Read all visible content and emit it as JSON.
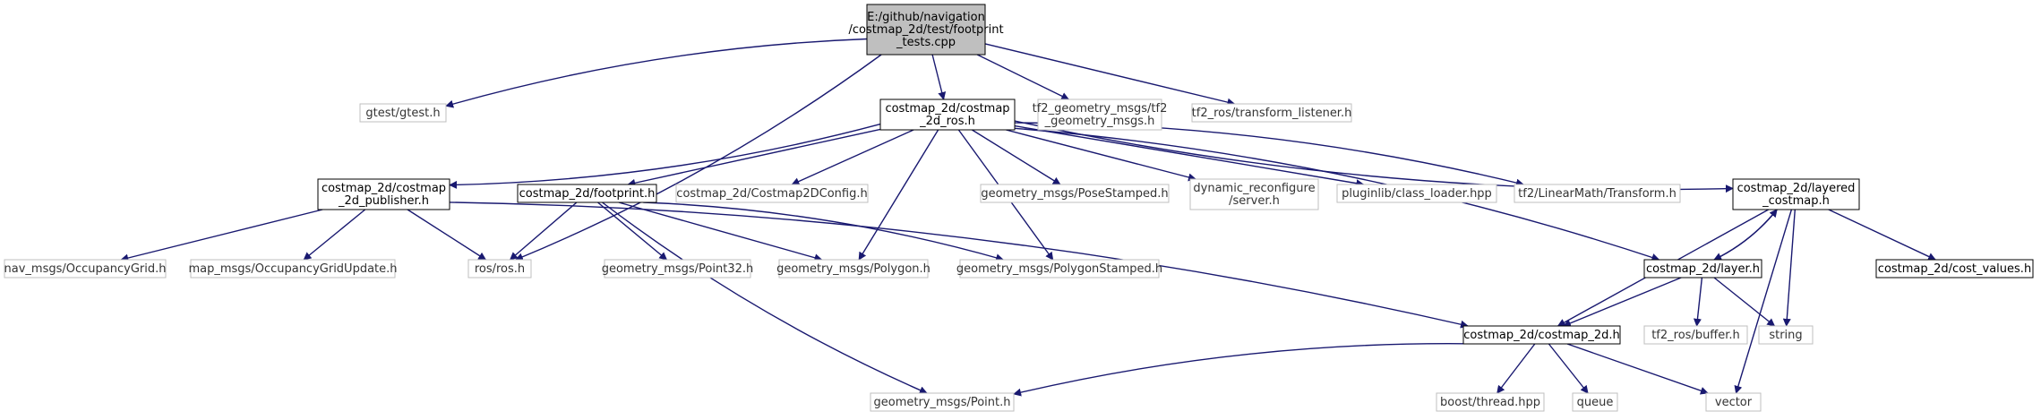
{
  "colors": {
    "edge": "#191970",
    "root_fill": "#bfbfbf",
    "root_border": "#000000",
    "documented_border": "#000000",
    "external_border": "#bfbfbf",
    "text": "#000000",
    "external_text": "#333333"
  },
  "nodes": [
    {
      "id": "root",
      "lines": [
        "E:/github/navigation",
        "/costmap_2d/test/footprint",
        "_tests.cpp"
      ],
      "kind": "root"
    },
    {
      "id": "gtest",
      "lines": [
        "gtest/gtest.h"
      ],
      "kind": "external"
    },
    {
      "id": "ros",
      "lines": [
        "ros/ros.h"
      ],
      "kind": "external"
    },
    {
      "id": "costmap_ros",
      "lines": [
        "costmap_2d/costmap",
        "_2d_ros.h"
      ],
      "kind": "documented"
    },
    {
      "id": "tf2_geom",
      "lines": [
        "tf2_geometry_msgs/tf2",
        "_geometry_msgs.h"
      ],
      "kind": "external"
    },
    {
      "id": "tf2_listener",
      "lines": [
        "tf2_ros/transform_listener.h"
      ],
      "kind": "external"
    },
    {
      "id": "publisher",
      "lines": [
        "costmap_2d/costmap",
        "_2d_publisher.h"
      ],
      "kind": "documented"
    },
    {
      "id": "footprint",
      "lines": [
        "costmap_2d/footprint.h"
      ],
      "kind": "documented"
    },
    {
      "id": "config",
      "lines": [
        "costmap_2d/Costmap2DConfig.h"
      ],
      "kind": "external"
    },
    {
      "id": "posestamped",
      "lines": [
        "geometry_msgs/PoseStamped.h"
      ],
      "kind": "external"
    },
    {
      "id": "dynreconf",
      "lines": [
        "dynamic_reconfigure",
        "/server.h"
      ],
      "kind": "external"
    },
    {
      "id": "classloader",
      "lines": [
        "pluginlib/class_loader.hpp"
      ],
      "kind": "external"
    },
    {
      "id": "transform",
      "lines": [
        "tf2/LinearMath/Transform.h"
      ],
      "kind": "external"
    },
    {
      "id": "layered",
      "lines": [
        "costmap_2d/layered",
        "_costmap.h"
      ],
      "kind": "documented"
    },
    {
      "id": "navgrid",
      "lines": [
        "nav_msgs/OccupancyGrid.h"
      ],
      "kind": "external"
    },
    {
      "id": "mapupdate",
      "lines": [
        "map_msgs/OccupancyGridUpdate.h"
      ],
      "kind": "external"
    },
    {
      "id": "point32",
      "lines": [
        "geometry_msgs/Point32.h"
      ],
      "kind": "external"
    },
    {
      "id": "polygon",
      "lines": [
        "geometry_msgs/Polygon.h"
      ],
      "kind": "external"
    },
    {
      "id": "polystamped",
      "lines": [
        "geometry_msgs/PolygonStamped.h"
      ],
      "kind": "external"
    },
    {
      "id": "layer",
      "lines": [
        "costmap_2d/layer.h"
      ],
      "kind": "documented"
    },
    {
      "id": "costvalues",
      "lines": [
        "costmap_2d/cost_values.h"
      ],
      "kind": "documented"
    },
    {
      "id": "costmap2d",
      "lines": [
        "costmap_2d/costmap_2d.h"
      ],
      "kind": "documented"
    },
    {
      "id": "buffer",
      "lines": [
        "tf2_ros/buffer.h"
      ],
      "kind": "external"
    },
    {
      "id": "string",
      "lines": [
        "string"
      ],
      "kind": "external"
    },
    {
      "id": "point",
      "lines": [
        "geometry_msgs/Point.h"
      ],
      "kind": "external"
    },
    {
      "id": "thread",
      "lines": [
        "boost/thread.hpp"
      ],
      "kind": "external"
    },
    {
      "id": "queue",
      "lines": [
        "queue"
      ],
      "kind": "external"
    },
    {
      "id": "vector",
      "lines": [
        "vector"
      ],
      "kind": "external"
    }
  ],
  "edges": [
    [
      "root",
      "gtest"
    ],
    [
      "root",
      "ros"
    ],
    [
      "root",
      "costmap_ros"
    ],
    [
      "root",
      "tf2_geom"
    ],
    [
      "root",
      "tf2_listener"
    ],
    [
      "costmap_ros",
      "publisher"
    ],
    [
      "costmap_ros",
      "footprint"
    ],
    [
      "costmap_ros",
      "config"
    ],
    [
      "costmap_ros",
      "posestamped"
    ],
    [
      "costmap_ros",
      "dynreconf"
    ],
    [
      "costmap_ros",
      "classloader"
    ],
    [
      "costmap_ros",
      "transform"
    ],
    [
      "costmap_ros",
      "layered"
    ],
    [
      "costmap_ros",
      "layer"
    ],
    [
      "costmap_ros",
      "polygon"
    ],
    [
      "costmap_ros",
      "polystamped"
    ],
    [
      "publisher",
      "navgrid"
    ],
    [
      "publisher",
      "mapupdate"
    ],
    [
      "publisher",
      "ros"
    ],
    [
      "publisher",
      "costmap2d"
    ],
    [
      "footprint",
      "ros"
    ],
    [
      "footprint",
      "point32"
    ],
    [
      "footprint",
      "polygon"
    ],
    [
      "footprint",
      "polystamped"
    ],
    [
      "footprint",
      "point"
    ],
    [
      "layered",
      "layer"
    ],
    [
      "layered",
      "costvalues"
    ],
    [
      "layered",
      "costmap2d"
    ],
    [
      "layered",
      "string"
    ],
    [
      "layered",
      "vector"
    ],
    [
      "layer",
      "layered"
    ],
    [
      "layer",
      "costmap2d"
    ],
    [
      "layer",
      "buffer"
    ],
    [
      "layer",
      "string"
    ],
    [
      "costmap2d",
      "point"
    ],
    [
      "costmap2d",
      "thread"
    ],
    [
      "costmap2d",
      "queue"
    ],
    [
      "costmap2d",
      "vector"
    ]
  ]
}
